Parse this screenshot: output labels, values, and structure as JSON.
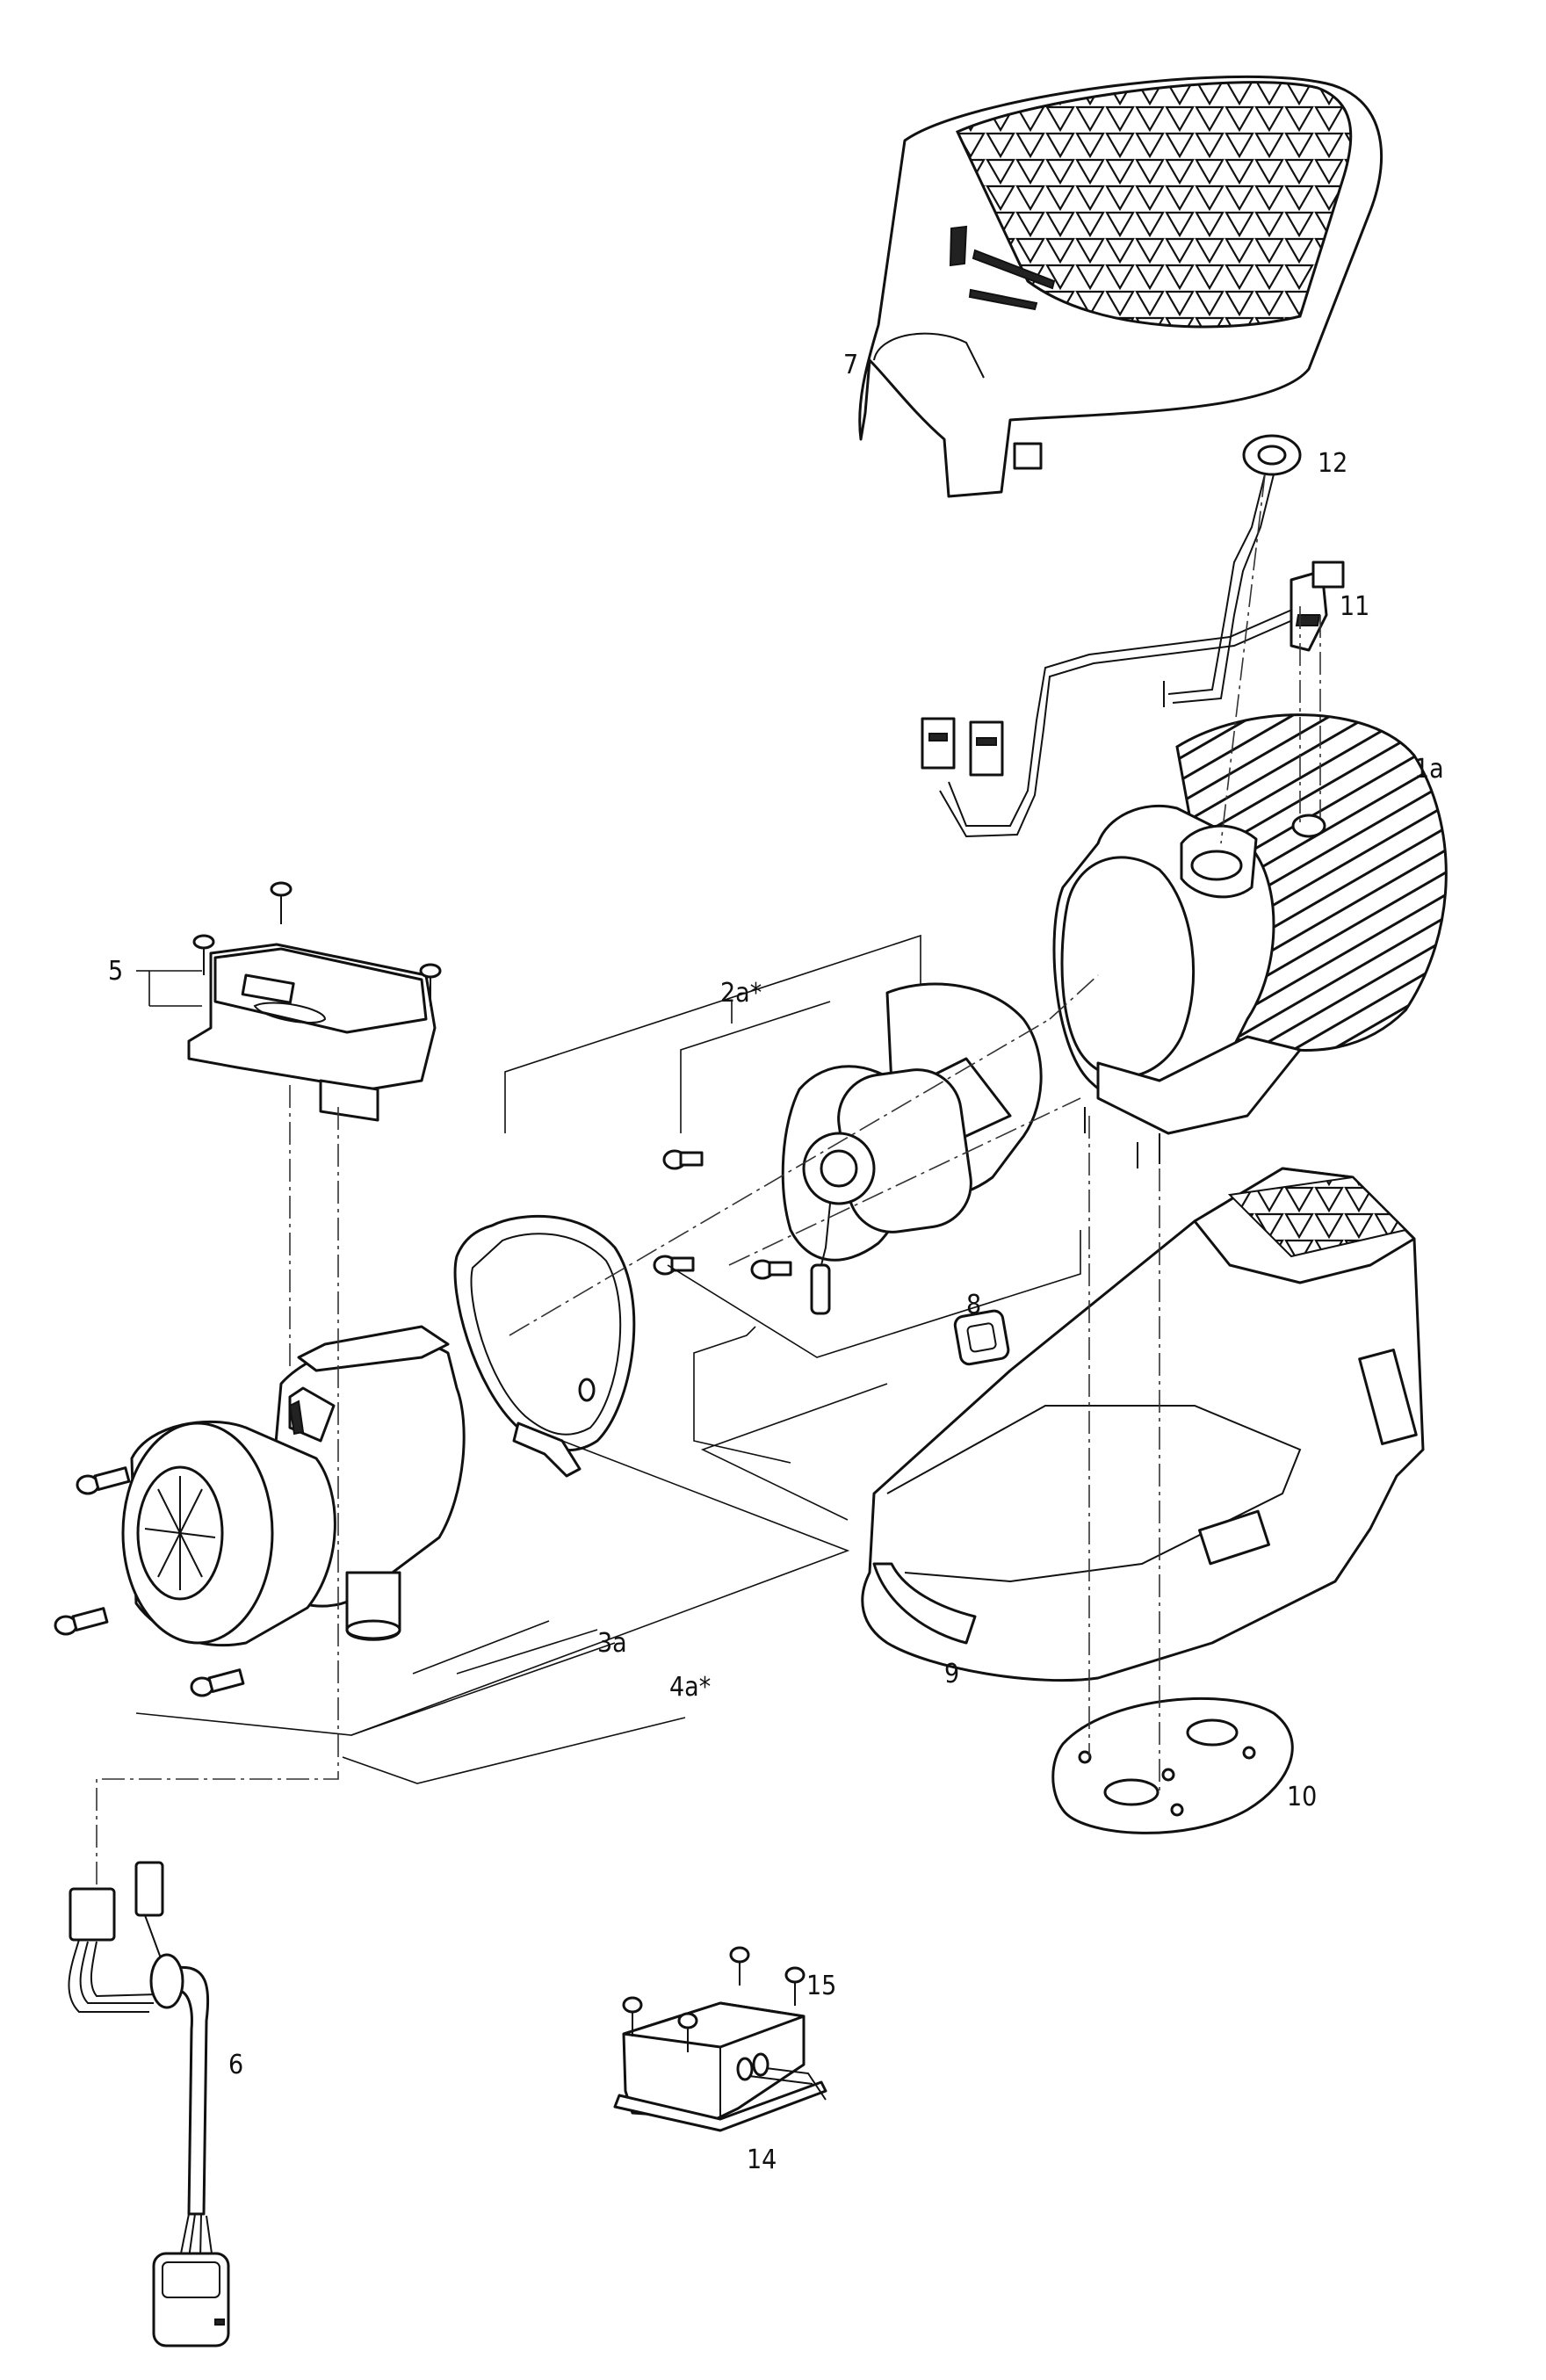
{
  "labels": {
    "p1a": "1a",
    "p2a": "2a*",
    "p3a": "3a",
    "p4a": "4a*",
    "p5": "5",
    "p6": "6",
    "p7": "7",
    "p8": "8",
    "p9": "9",
    "p10": "10",
    "p11": "11",
    "p12": "12",
    "p14": "14",
    "p15": "15"
  }
}
